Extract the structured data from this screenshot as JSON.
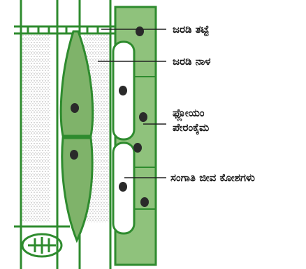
{
  "labels": {
    "sieve_plate": "ಜರಡಿ ತಟ್ಟೆ",
    "sieve_tube": "ಜರಡಿ ನಾಳ",
    "phloem_parenchyma_line1": "ಫ್ಲೋಯಂ",
    "phloem_parenchyma_line2": "ಪೇರಂಕೈಮ",
    "companion_cells": "ಸಂಗಾತಿ ಜೀವ ಕೋಶಗಳು"
  },
  "colors": {
    "outline": "#2e8b2e",
    "cell_fill": "#7fb36a",
    "parenchyma_fill": "#6fa85c",
    "stipple": "#555555",
    "nucleus": "#2a2a2a",
    "leader": "#222222"
  }
}
